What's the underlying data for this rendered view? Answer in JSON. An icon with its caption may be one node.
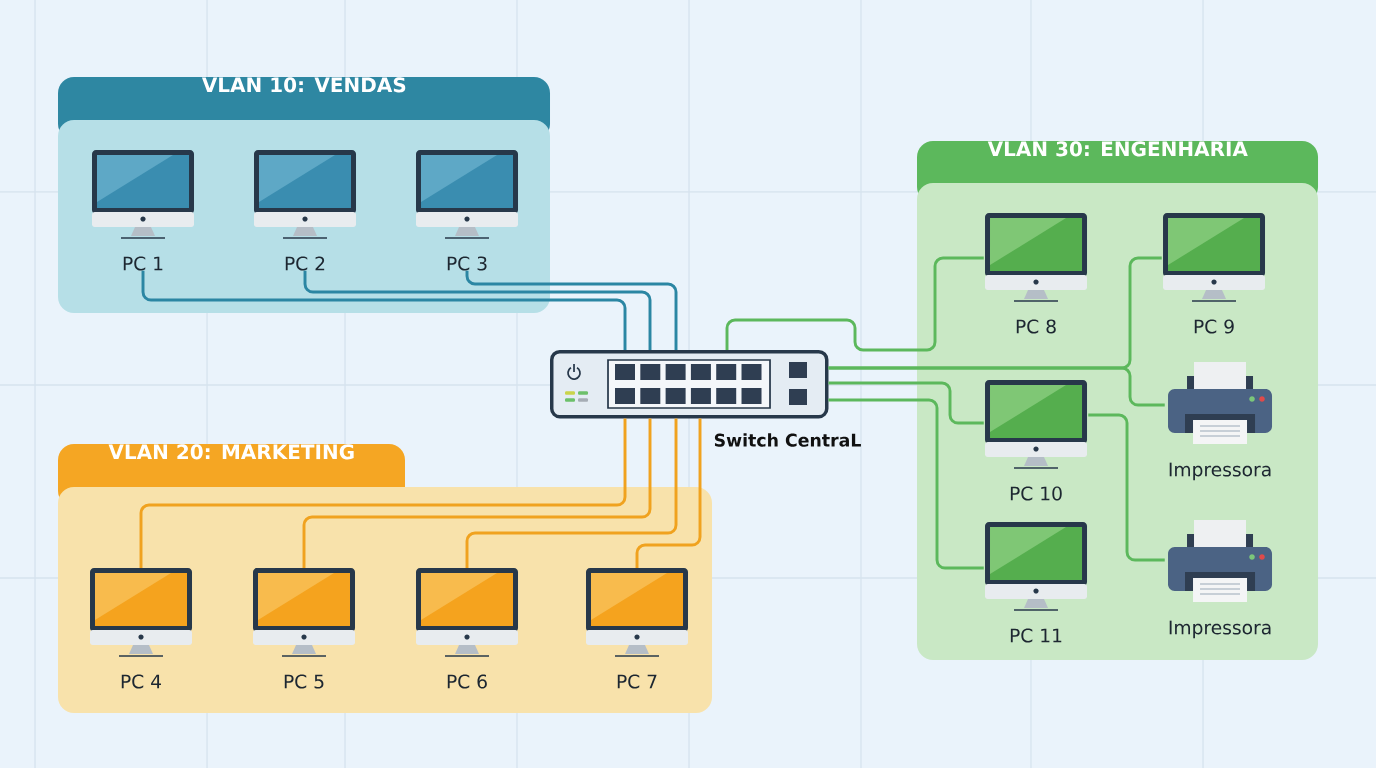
{
  "diagram": {
    "nodes": [
      {
        "text": [
          "VLAN 10: VENDAS"
        ]
      },
      {
        "text": [
          "PC 1"
        ],
        "in": 0
      },
      {
        "text": [
          "PC 2"
        ],
        "in": 0
      },
      {
        "text": [
          "PC 3"
        ],
        "in": 0
      },
      {
        "text": [
          "VLAN 20: MARKETING"
        ]
      },
      {
        "text": [
          "PC 4"
        ],
        "in": 4
      },
      {
        "text": [
          "PC 5"
        ],
        "in": 4
      },
      {
        "text": [
          "PC 6"
        ],
        "in": 4
      },
      {
        "text": [
          "PC 7"
        ],
        "in": 4
      },
      {
        "text": [
          "VLAN 30: ENGENHARIA"
        ]
      },
      {
        "text": [
          "PC 8"
        ],
        "in": 9
      },
      {
        "text": [
          "PC 9"
        ],
        "in": 9
      },
      {
        "text": [
          "Impressora"
        ],
        "in": 9
      },
      {
        "text": [
          "PC 10"
        ],
        "in": 9
      },
      {
        "text": [
          "PC 11"
        ],
        "in": 9
      },
      {
        "text": [
          "Impressora"
        ],
        "in": 9
      },
      {
        "text": [
          "Switch CentraL"
        ]
      }
    ],
    "edges": [
      {
        "from": 1,
        "to": 16,
        "arrow": "none",
        "color": "#2b86a3"
      },
      {
        "from": 2,
        "to": 16,
        "arrow": "none",
        "color": "#2b86a3"
      },
      {
        "from": 3,
        "to": 16,
        "arrow": "none",
        "color": "#2b86a3"
      },
      {
        "from": 5,
        "to": 16,
        "arrow": "none",
        "color": "#f0a21f"
      },
      {
        "from": 6,
        "to": 16,
        "arrow": "none",
        "color": "#f0a21f"
      },
      {
        "from": 7,
        "to": 16,
        "arrow": "none",
        "color": "#f0a21f"
      },
      {
        "from": 8,
        "to": 16,
        "arrow": "none",
        "color": "#f0a21f"
      },
      {
        "from": 16,
        "to": 10,
        "arrow": "none"
      },
      {
        "from": 16,
        "to": 11,
        "arrow": "none"
      },
      {
        "from": 16,
        "to": 12,
        "arrow": "none"
      },
      {
        "from": 16,
        "to": 13,
        "arrow": "none"
      },
      {
        "from": 16,
        "to": 14,
        "arrow": "none"
      },
      {
        "from": 13,
        "to": 15,
        "arrow": "none"
      }
    ]
  }
}
